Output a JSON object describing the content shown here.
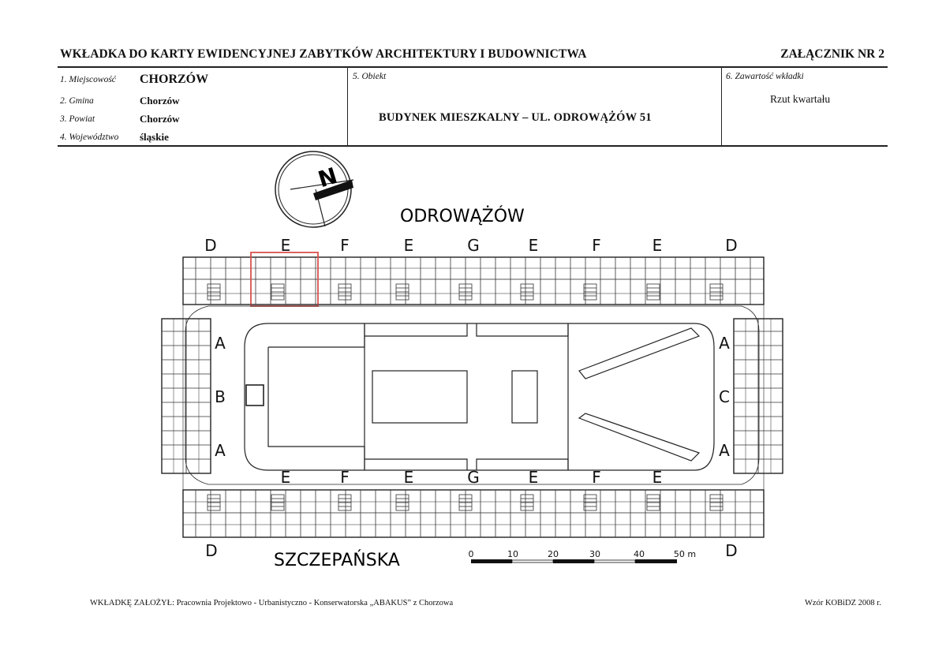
{
  "header": {
    "title": "WKŁADKA DO KARTY EWIDENCYJNEJ ZABYTKÓW ARCHITEKTURY I BUDOWNICTWA",
    "annex": "ZAŁĄCZNIK NR 2"
  },
  "fields": {
    "place_label": "1. Miejscowość",
    "place_value": "CHORZÓW",
    "commune_label": "2. Gmina",
    "commune_value": "Chorzów",
    "district_label": "3. Powiat",
    "district_value": "Chorzów",
    "province_label": "4. Województwo",
    "province_value": "śląskie",
    "object_label": "5. Obiekt",
    "object_value": "BUDYNEK MIESZKALNY – UL. ODROWĄŻÓW 51",
    "content_label": "6. Zawartość wkładki",
    "content_value": "Rzut kwartału"
  },
  "plan": {
    "north_letter": "N",
    "street_top": "ODROWĄŻÓW",
    "street_bottom": "SZCZEPAŃSKA",
    "top_sections": [
      "D",
      "E",
      "F",
      "E",
      "G",
      "E",
      "F",
      "E",
      "D"
    ],
    "inner_bottom_sections": [
      "E",
      "F",
      "E",
      "G",
      "E",
      "F",
      "E"
    ],
    "bottom_corner_left": "D",
    "bottom_corner_right": "D",
    "left_wing_sections": [
      "A",
      "B",
      "A"
    ],
    "right_wing_sections": [
      "A",
      "C",
      "A"
    ],
    "scale_ticks": [
      "0",
      "10",
      "20",
      "30",
      "40",
      "50 m"
    ]
  },
  "footer": {
    "author": "WKŁADKĘ ZAŁOŻYŁ: Pracownia Projektowo - Urbanistyczno - Konserwatorska „ABAKUS” z Chorzowa",
    "template": "Wzór KOBiDZ 2008 r."
  },
  "colors": {
    "highlight": "#d9534f",
    "ink": "#222222"
  }
}
